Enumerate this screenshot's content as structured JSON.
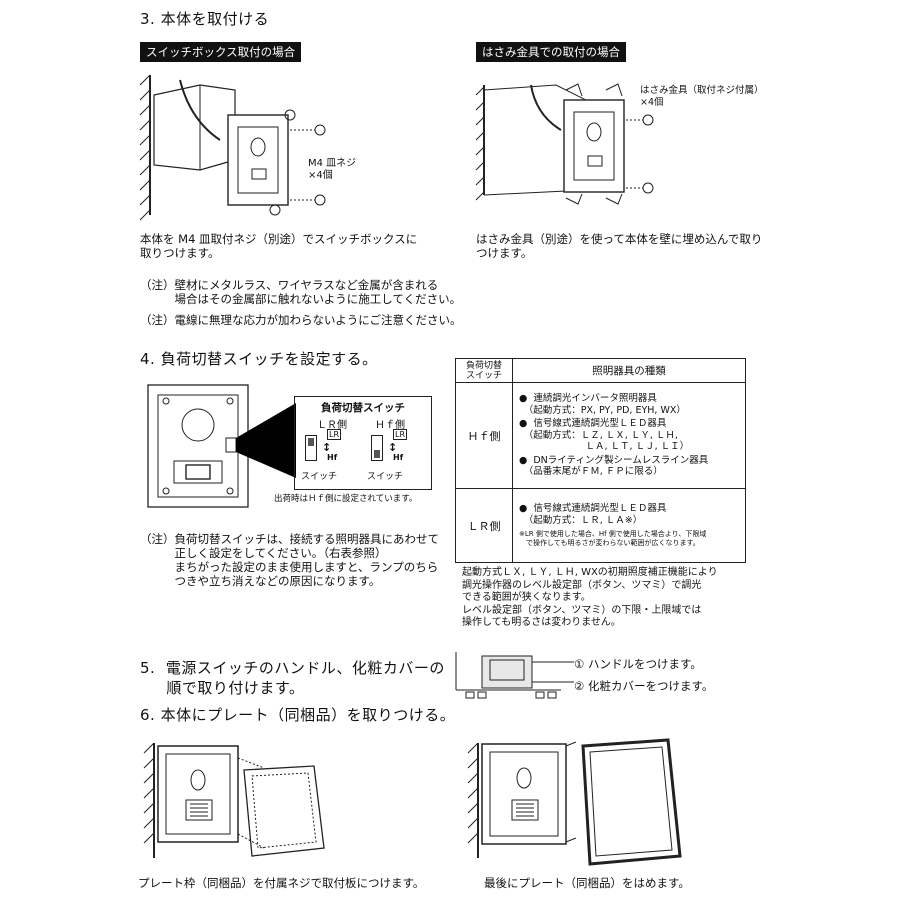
{
  "step3": {
    "heading": "3.  本体を取付ける",
    "box_label": "スイッチボックス取付の場合",
    "clip_label": "はさみ金具での取付の場合",
    "screw_note": "M4 皿ネジ\n×4個",
    "clip_note": "はさみ金具（取付ネジ付属）\n×4個",
    "box_text": "本体を M4 皿取付ネジ（別途）でスイッチボックスに\n取りつけます。",
    "clip_text": "はさみ金具（別途）を使って本体を壁に埋め込んで取り\nつけます。",
    "note1": "（注）壁材にメタルラス、ワイヤラスなど金属が含まれる\n　　　場合はその金属部に触れないように施工してください。",
    "note2": "（注）電線に無理な応力が加わらないようにご注意ください。"
  },
  "step4": {
    "heading": "4.  負荷切替スイッチを設定する。",
    "callout_title": "負荷切替スイッチ",
    "lr_side": "ＬＲ側",
    "hf_side": "Ｈｆ側",
    "lr_mark": "LR",
    "hf_mark": "Hf",
    "switch1": "スイッチ",
    "switch2": "スイッチ",
    "factory_note": "出荷時はＨｆ側に設定されています。",
    "note": "（注）負荷切替スイッチは、接続する照明器具にあわせて\n　　　正しく設定をしてください。（右表参照）\n　　　まちがった設定のまま使用しますと、ランプのちら\n　　　つきや立ち消えなどの原因になります。",
    "table": {
      "h1": "負荷切替\nスイッチ",
      "h2": "照明器具の種類",
      "hf_label": "Ｈｆ側",
      "hf_items": [
        "●  連続調光インバータ照明器具\n　（起動方式：PX, PY, PD, EYH, WX）",
        "●  信号線式連続調光型ＬＥＤ器具\n　（起動方式：ＬＺ, ＬＸ, ＬＹ, ＬＨ,\n　　　　　　　ＬＡ, ＬＴ, ＬＪ, ＬＩ）",
        "●  DNライティング製シームレスライン器具\n　（品番末尾がＦＭ, ＦＰに限る）"
      ],
      "lr_label": "ＬＲ側",
      "lr_item": "●  信号線式連続調光型ＬＥＤ器具\n　（起動方式：ＬＲ, ＬＡ※）",
      "lr_note": "※LR 側で使用した場合、Hf 側で使用した場合より、下限域\n　で操作しても明るさが変わらない範囲が広くなります。"
    },
    "extra_note": "起動方式ＬＸ, ＬＹ, ＬＨ, WXの初期照度補正機能により\n調光操作器のレベル設定部（ボタン、ツマミ）で調光\nできる範囲が狭くなります。\nレベル設定部（ボタン、ツマミ）の下限・上限域では\n操作しても明るさは変わりません。"
  },
  "step5": {
    "heading": "5.  電源スイッチのハンドル、化粧カバーの\n     順で取り付けます。",
    "callout1": "① ハンドルをつけます。",
    "callout2": "② 化粧カバーをつけます。"
  },
  "step6": {
    "heading": "6.  本体にプレート（同梱品）を取りつける。",
    "left_text": "プレート枠（同梱品）を付属ネジで取付板につけます。",
    "right_text": "最後にプレート（同梱品）をはめます。"
  }
}
